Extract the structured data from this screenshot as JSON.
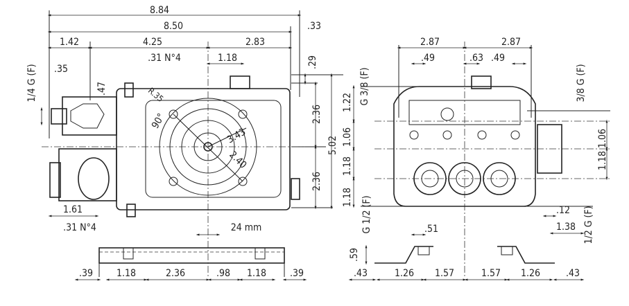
{
  "side_view": {
    "overall_length": "8.84",
    "body_length": "8.50",
    "shaft_offset": ".33",
    "left_to_port": "1.42",
    "port_to_center": "4.25",
    "center_to_end": "2.83",
    "top_holes": ".31 N°4",
    "top_hole_spacing": "1.18",
    "top_cap_height": ".29",
    "inlet_port": "1/4 G (F)",
    "inlet_width": ".35",
    "mount_height": ".47",
    "radius": "R.35",
    "angle": "90°",
    "flange_diameter": "3.43",
    "bolt_circle": "2.40",
    "upper_height": "2.36",
    "total_height": "5.02",
    "lower_height": "2.36",
    "outlet_offset": "1.61",
    "bottom_holes": ".31 N°4",
    "shaft_size": "24 mm",
    "base_dims": [
      ".39",
      "1.18",
      "2.36",
      ".98",
      "1.18",
      ".39"
    ]
  },
  "front_view": {
    "left_width": "2.87",
    "right_width": "2.87",
    "left_port_width": ".49",
    "center_offset": ".63",
    "right_port_width": ".49",
    "left_top_port": "G 3/8 (F)",
    "right_top_port": "3/8 G (F)",
    "top_height": "1.22",
    "upper_mid_left": "1.06",
    "upper_mid_right": "1.06",
    "lower_mid_left": "1.18",
    "lower_mid_right": "1.18",
    "bottom_height": "1.18",
    "left_bottom_port": "G 1/2 (F)",
    "right_bottom_port": "1/2 G (F)",
    "port_width": ".51",
    "port_gap": ".12",
    "port_offset": "1.38",
    "foot_height": ".59",
    "base_dims": [
      ".43",
      "1.26",
      "1.57",
      "1.57",
      "1.26",
      ".43"
    ]
  }
}
